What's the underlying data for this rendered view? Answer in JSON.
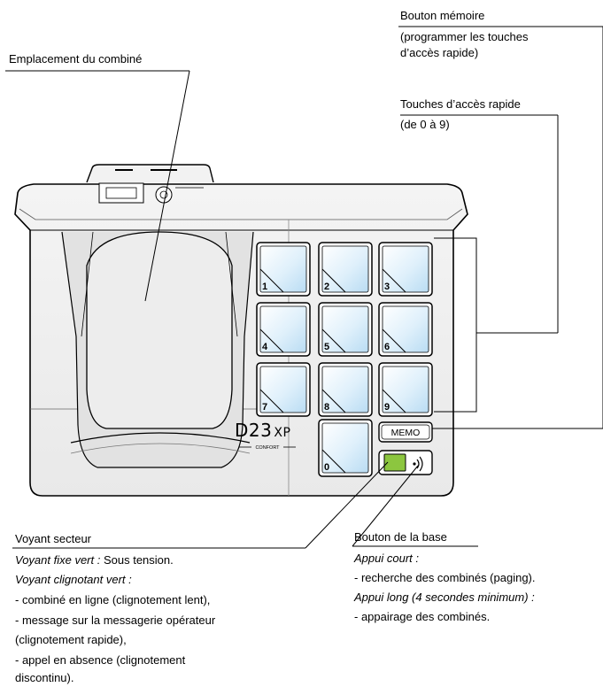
{
  "labels": {
    "handset_slot": "Emplacement du combiné",
    "memo_title": "Bouton mémoire",
    "memo_desc_line1": "(programmer les touches",
    "memo_desc_line2": "d’accès rapide)",
    "quick_keys_title": "Touches d’accès rapide",
    "quick_keys_desc": "(de 0 à 9)"
  },
  "device": {
    "brand": "D23",
    "model_suffix": "XP",
    "tagline": "CONFORT",
    "memo_key": "MEMO",
    "keys": [
      "1",
      "2",
      "3",
      "4",
      "5",
      "6",
      "7",
      "8",
      "9",
      "0"
    ],
    "page_icon": "paging-signal-icon",
    "power_led_color": "#8cc63f"
  },
  "power_led": {
    "title": "Voyant secteur",
    "fixed_label": "Voyant fixe vert :",
    "fixed_text": "Sous tension.",
    "blink_label": "Voyant clignotant vert :",
    "items": [
      "- combiné en ligne (clignotement lent),",
      "- message sur la messagerie opérateur",
      "(clignotement rapide),",
      "- appel en absence (clignotement",
      "discontinu)."
    ]
  },
  "base_button": {
    "title": "Bouton de la base",
    "short_label": "Appui court :",
    "short_text": "- recherche des combinés (paging).",
    "long_label": "Appui long (4 secondes minimum) :",
    "long_text": "- appairage des combinés."
  }
}
